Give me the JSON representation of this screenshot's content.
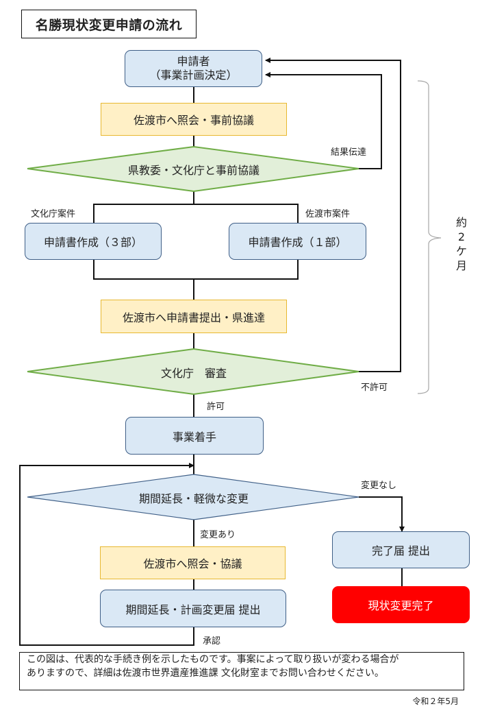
{
  "title": "名勝現状変更申請の流れ",
  "colors": {
    "process_blue": "#dae8f5",
    "process_blue_border": "#3e5e86",
    "consult_yellow": "#fff0c6",
    "consult_yellow_border": "#e8b830",
    "decision_green": "#e2efd9",
    "decision_green_border": "#70ad47",
    "completion_red": "#ff0000"
  },
  "nodes": {
    "applicant_line1": "申請者",
    "applicant_line2": "（事業計画決定）",
    "consult_sado": "佐渡市へ照会・事前協議",
    "decision_prefecture": "県教委・文化庁と事前協議",
    "create_3": "申請書作成（３部）",
    "create_1": "申請書作成（１部）",
    "submit": "佐渡市へ申請書提出・県進達",
    "decision_review": "文化庁　審査",
    "start": "事業着手",
    "decision_change": "期間延長・軽微な変更",
    "consult_change": "佐渡市へ照会・協議",
    "change_notice": "期間延長・計画変更届 提出",
    "completion_notice": "完了届 提出",
    "completed": "現状変更完了"
  },
  "labels": {
    "result_feedback": "結果伝達",
    "agency_case": "文化庁案件",
    "city_case": "佐渡市案件",
    "not_permitted": "不許可",
    "permitted": "許可",
    "no_change": "変更なし",
    "has_change": "変更あり",
    "approved": "承認"
  },
  "duration": [
    "約",
    "2",
    "ケ",
    "月"
  ],
  "note": {
    "line1": "この図は、代表的な手続き例を示したものです。事案によって取り扱いが変わる場合が",
    "line2": "ありますので、詳細は佐渡市世界遺産推進課 文化財室までお問い合わせください。"
  },
  "date": "令和２年5月"
}
